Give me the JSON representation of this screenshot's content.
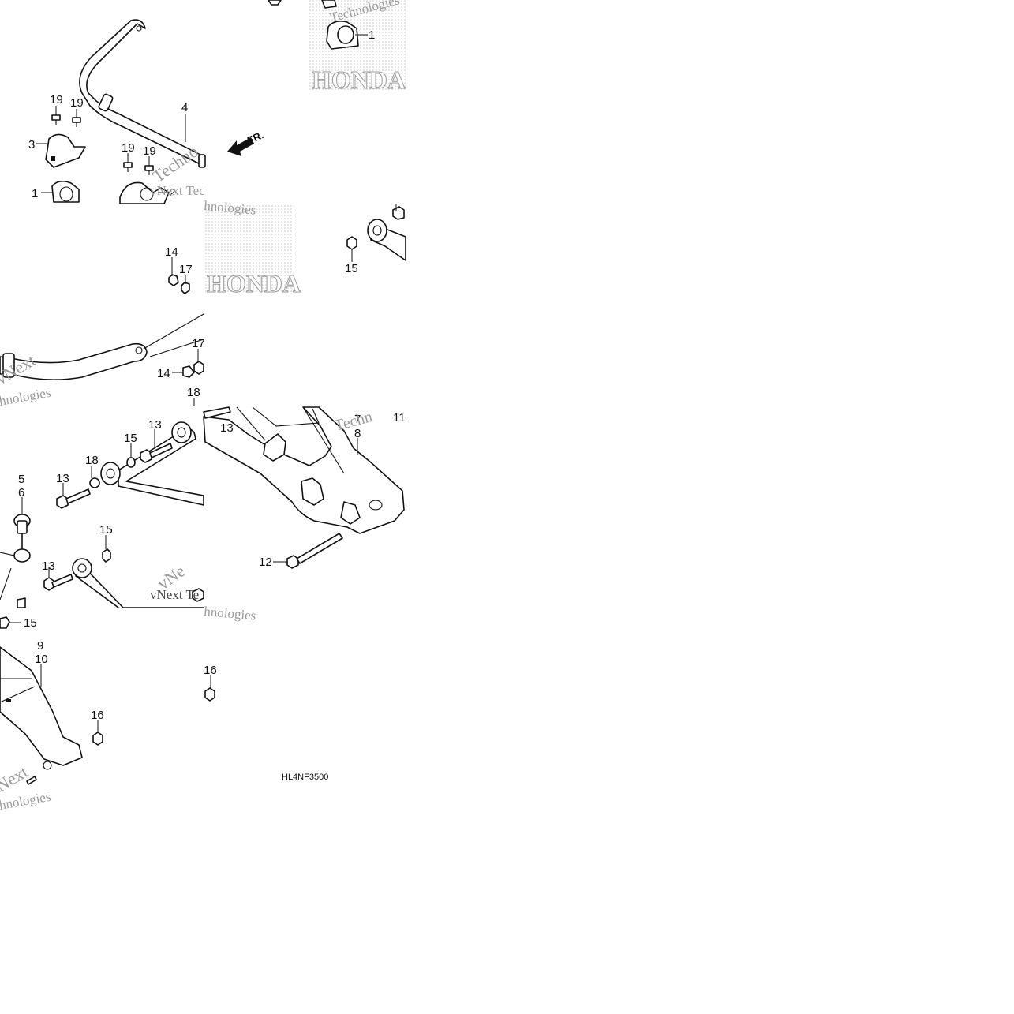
{
  "callouts": {
    "c1_top": "1",
    "c19_a": "19",
    "c19_b": "19",
    "c4": "4",
    "c3": "3",
    "c19_c": "19",
    "c19_d": "19",
    "c1_left": "1",
    "c2": "2",
    "c14_a": "14",
    "c17_a": "17",
    "c15_a": "15",
    "c17_b": "17",
    "c14_b": "14",
    "c18_a": "18",
    "c13_a": "13",
    "c7": "7",
    "c11": "11",
    "c8": "8",
    "c15_b": "15",
    "c13_b": "13",
    "c18_b": "18",
    "c5": "5",
    "c13_c": "13",
    "c6": "6",
    "c15_c": "15",
    "c13_d": "13",
    "c12": "12",
    "c15_d": "15",
    "c9": "9",
    "c10": "10",
    "c16_a": "16",
    "c16_b": "16"
  },
  "direction_label": "FR.",
  "diagram_code": "HL4NF3500",
  "watermarks": {
    "w1": "vNext Tec",
    "w2": "hnologies",
    "w3": "Technologies",
    "w4": "vNext",
    "w5": "hnologies",
    "w6": "Techn",
    "w7": "vNext Te",
    "w8": "hnologies",
    "w9": "Next",
    "w10": "hnologies",
    "w11": "Techno",
    "w12": "vNe",
    "w13": "HONDA",
    "w14": "HONDA"
  },
  "colors": {
    "ink": "#111111",
    "watermark": "#9a9a9a",
    "background": "#ffffff"
  }
}
